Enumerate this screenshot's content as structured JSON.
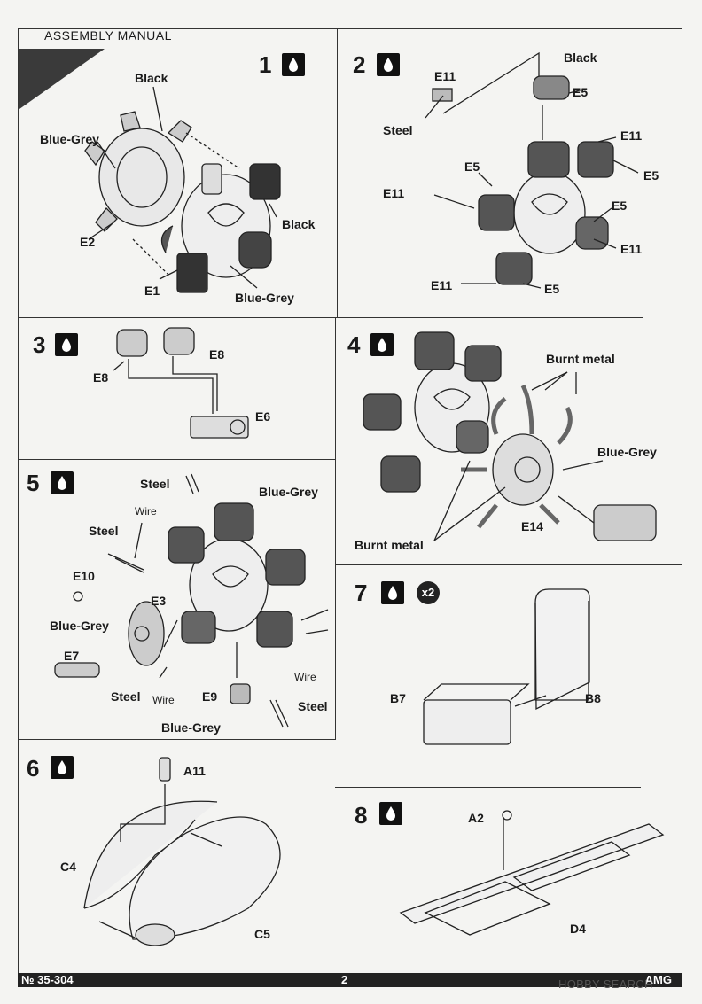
{
  "header": {
    "title": "ASSEMBLY MANUAL"
  },
  "footer": {
    "code": "№ 35-304",
    "page": "2",
    "brand": "AMG"
  },
  "watermark": {
    "text": "HOBBY SEARCH"
  },
  "steps": [
    {
      "number": "1",
      "labels": [
        "Black",
        "Blue-Grey",
        "Black",
        "E2",
        "E1",
        "Blue-Grey"
      ]
    },
    {
      "number": "2",
      "labels": [
        "Black",
        "E11",
        "E5",
        "Steel",
        "E11",
        "E5",
        "E5",
        "E11",
        "E5",
        "E11",
        "E11",
        "E5"
      ]
    },
    {
      "number": "3",
      "labels": [
        "E8",
        "E8",
        "E6"
      ]
    },
    {
      "number": "4",
      "labels": [
        "Burnt metal",
        "Blue-Grey",
        "E14",
        "Burnt metal"
      ]
    },
    {
      "number": "5",
      "labels": [
        "Steel",
        "Blue-Grey",
        "Wire",
        "Steel",
        "E10",
        "E3",
        "Blue-Grey",
        "E7",
        "Steel",
        "Wire",
        "E9",
        "Wire",
        "Steel",
        "Blue-Grey"
      ]
    },
    {
      "number": "6",
      "labels": [
        "A11",
        "C4",
        "C5"
      ]
    },
    {
      "number": "7",
      "multiplier": "x2",
      "labels": [
        "B7",
        "B8"
      ]
    },
    {
      "number": "8",
      "labels": [
        "A2",
        "D4"
      ]
    }
  ]
}
